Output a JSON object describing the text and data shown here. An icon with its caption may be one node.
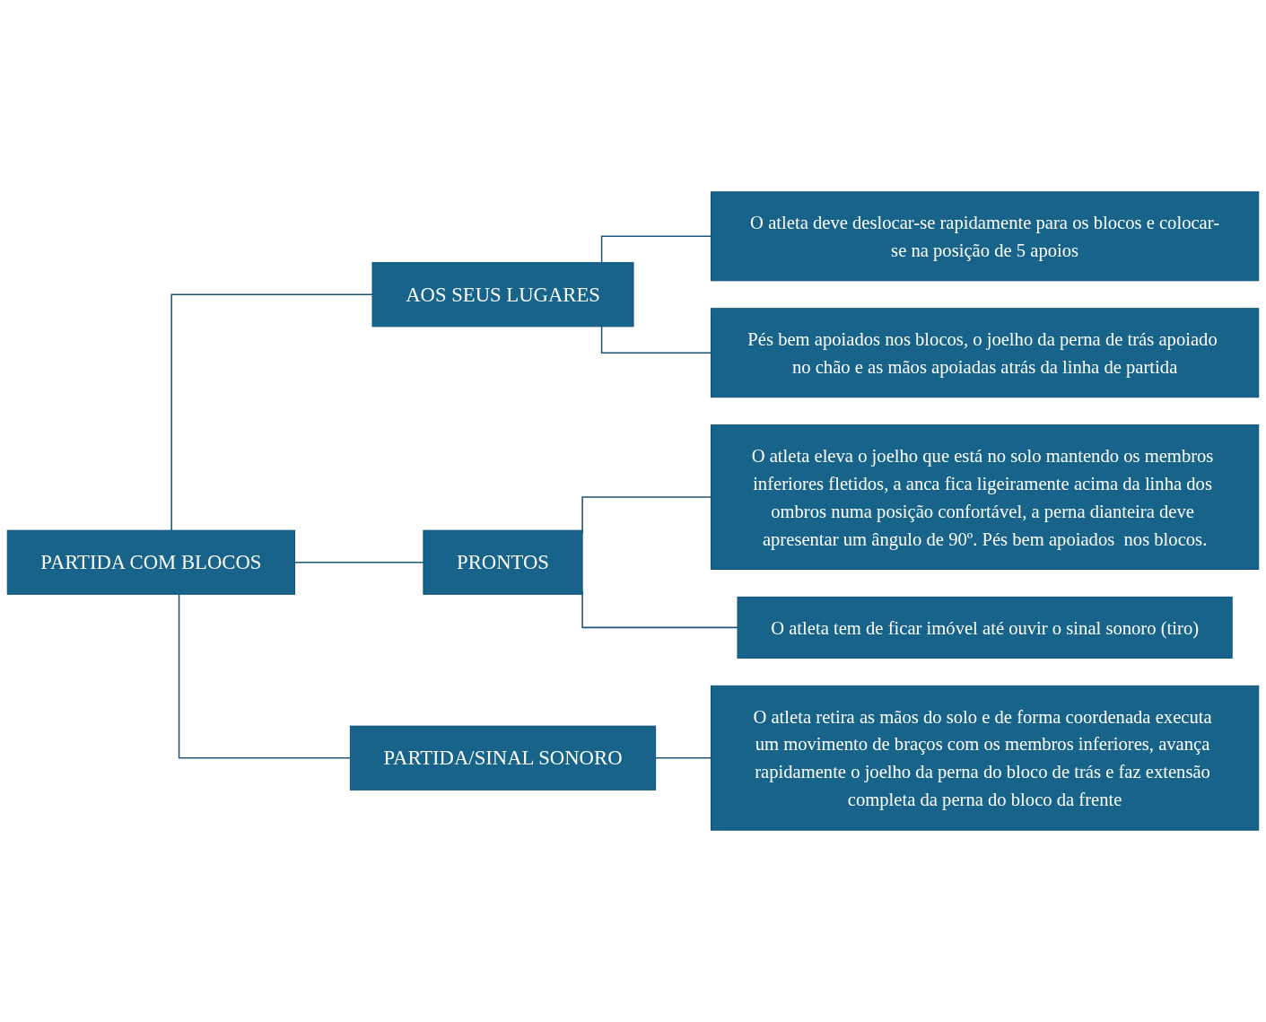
{
  "diagram": {
    "nodes": [
      {
        "text": [
          "PARTIDA COM BLOCOS"
        ]
      },
      {
        "text": [
          "AOS SEUS LUGARES"
        ]
      },
      {
        "text": [
          "O atleta deve deslocar-se rapidamente para os blocos e colocar-se na posição de 5 apoios"
        ]
      },
      {
        "text": [
          "Pés bem apoiados nos blocos, o joelho da perna de trás apoiado no chão e as mãos apoiadas atrás da linha de partida"
        ]
      },
      {
        "text": [
          "PRONTOS"
        ]
      },
      {
        "text": [
          "O atleta eleva o joelho que está no solo mantendo os membros inferiores fletidos, a anca fica ligeiramente acima da linha dos ombros numa posição confortável, a perna dianteira deve apresentar um ângulo de 90º. Pés bem apoiados  nos blocos."
        ]
      },
      {
        "text": [
          "O atleta tem de ficar imóvel até ouvir o sinal sonoro (tiro)"
        ]
      },
      {
        "text": [
          "PARTIDA/SINAL SONORO"
        ]
      },
      {
        "text": [
          "O atleta retira as mãos do solo e de forma coordenada executa um movimento de braços com os membros inferiores, avança rapidamente o joelho da perna do bloco de trás e faz extensão completa da perna do bloco da frente"
        ]
      }
    ],
    "edges": [
      {
        "from": 0,
        "to": 1,
        "arrow": "none"
      },
      {
        "from": 0,
        "to": 4,
        "arrow": "none"
      },
      {
        "from": 0,
        "to": 7,
        "arrow": "none"
      },
      {
        "from": 1,
        "to": 2,
        "arrow": "none"
      },
      {
        "from": 1,
        "to": 3,
        "arrow": "none"
      },
      {
        "from": 4,
        "to": 5,
        "arrow": "none"
      },
      {
        "from": 4,
        "to": 6,
        "arrow": "none"
      },
      {
        "from": 7,
        "to": 8,
        "arrow": "none"
      }
    ]
  }
}
